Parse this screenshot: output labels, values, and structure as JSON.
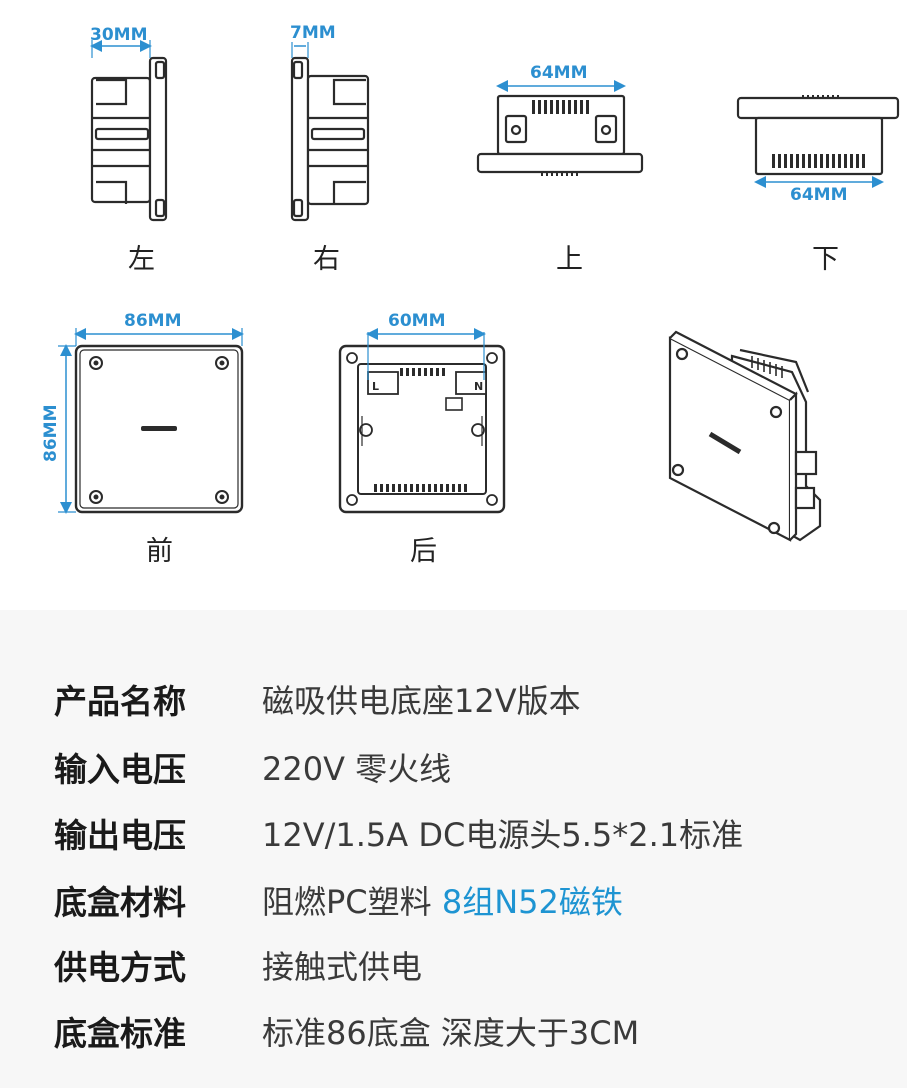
{
  "drawing": {
    "dims": {
      "left_depth": "30MM",
      "right_depth": "7MM",
      "top_width": "64MM",
      "bottom_width": "64MM",
      "front_width": "86MM",
      "front_height": "86MM",
      "back_width": "60MM"
    },
    "views": {
      "left": "左",
      "right": "右",
      "top": "上",
      "bottom": "下",
      "front": "前",
      "back": "后"
    },
    "back_terminals": {
      "l": "L",
      "n": "N"
    },
    "colors": {
      "dimension": "#2c8fd0",
      "outline": "#2b2b2b",
      "accent_text": "#1e94d2"
    }
  },
  "specs": [
    {
      "label": "产品名称",
      "value": "磁吸供电底座12V版本",
      "accent": ""
    },
    {
      "label": "输入电压",
      "value": "220V 零火线",
      "accent": ""
    },
    {
      "label": "输出电压",
      "value": "12V/1.5A DC电源头5.5*2.1标准",
      "accent": ""
    },
    {
      "label": "底盒材料",
      "value": "阻燃PC塑料 ",
      "accent": "8组N52磁铁"
    },
    {
      "label": "供电方式",
      "value": "接触式供电",
      "accent": ""
    },
    {
      "label": "底盒标准",
      "value": "标准86底盒 深度大于3CM",
      "accent": ""
    }
  ]
}
